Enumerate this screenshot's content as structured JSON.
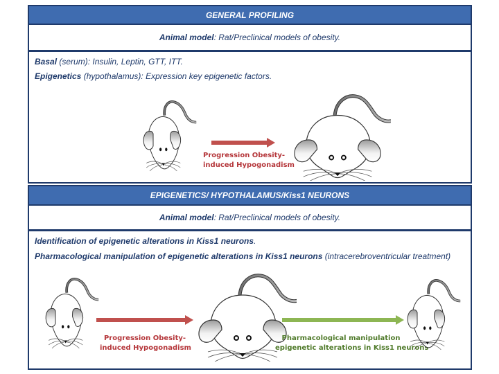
{
  "section1": {
    "header": "GENERAL PROFILING",
    "animal_model_label": "Animal model",
    "animal_model_value": ": Rat/Preclinical models of obesity.",
    "lines": [
      {
        "bold": "Basal",
        "rest": " (serum): Insulin, Leptin, GTT, ITT."
      },
      {
        "bold": "Epigenetics",
        "rest": " (hypothalamus): Expression key epigenetic factors."
      }
    ],
    "arrow": {
      "label_line1": "Progression Obesity-",
      "label_line2": "induced Hypogonadism",
      "color": "#c0504d"
    },
    "mice": [
      "lean-mouse-icon",
      "obese-mouse-icon"
    ]
  },
  "section2": {
    "header": "EPIGENETICS/ HYPOTHALAMUS/Kiss1 NEURONS",
    "animal_model_label": "Animal model",
    "animal_model_value": ": Rat/Preclinical models of obesity.",
    "lines": [
      {
        "bold": "Identification of epigenetic alterations in Kiss1 neurons",
        "rest": "."
      },
      {
        "bold": "Pharmacological manipulation of epigenetic alterations in Kiss1 neurons",
        "rest": " (intracerebroventricular treatment)"
      }
    ],
    "arrow1": {
      "label_line1": "Progression Obesity-",
      "label_line2": "induced Hypogonadism",
      "color": "#c0504d"
    },
    "arrow2": {
      "label_line1": "Pharmacological manipulation",
      "label_line2": "epigenetic alterations in Kiss1 neurons",
      "color": "#8db653"
    },
    "mice": [
      "lean-mouse-icon",
      "obese-mouse-icon",
      "lean-mouse-icon"
    ]
  },
  "colors": {
    "header_bg": "#3f6cb0",
    "border": "#1f3a6b",
    "text": "#1f3a6b",
    "red_label": "#b5373b",
    "green_label": "#4f7a2a"
  }
}
